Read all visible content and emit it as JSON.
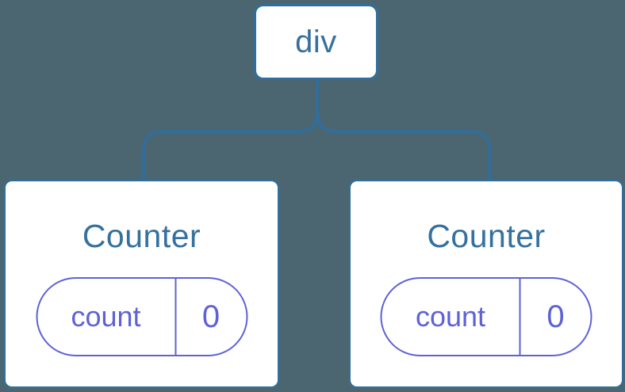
{
  "colors": {
    "background": "#4C6671",
    "line": "#2E6F9E",
    "node-text": "#35719F",
    "purple": "#5E62D6",
    "card-bg": "#FFFFFF"
  },
  "tree": {
    "root": {
      "label": "div"
    },
    "children": [
      {
        "title": "Counter",
        "state": {
          "key": "count",
          "value": "0"
        }
      },
      {
        "title": "Counter",
        "state": {
          "key": "count",
          "value": "0"
        }
      }
    ]
  }
}
